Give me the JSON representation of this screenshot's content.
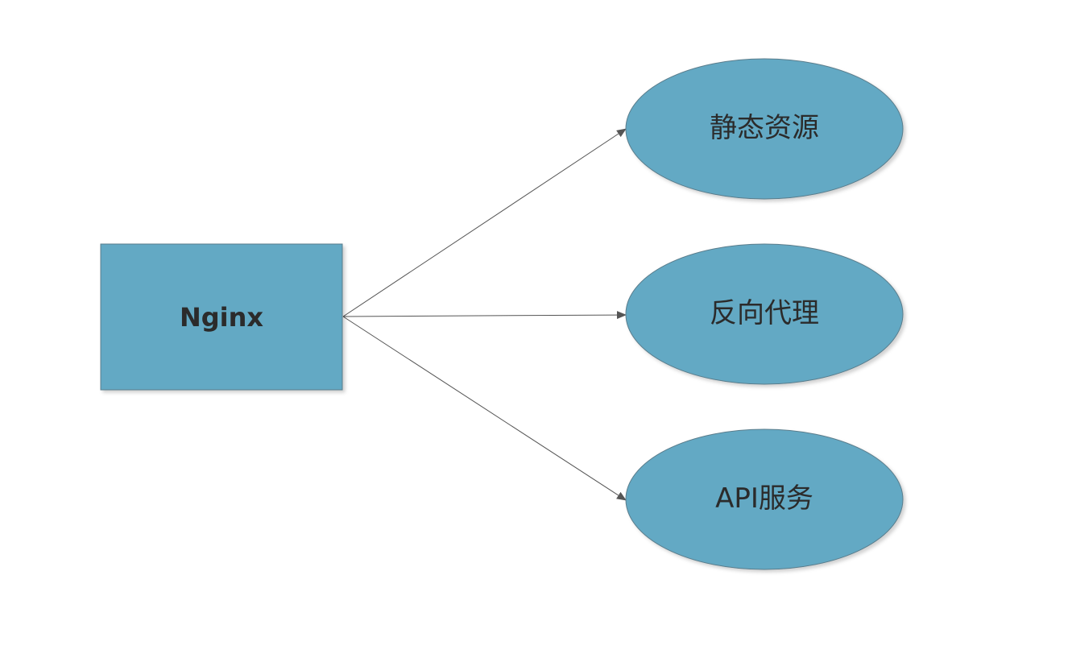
{
  "diagram": {
    "source": {
      "label": "Nginx"
    },
    "targets": [
      {
        "label": "静态资源"
      },
      {
        "label": "反向代理"
      },
      {
        "label": "API服务"
      }
    ],
    "colors": {
      "node_fill": "#64a9c4",
      "node_stroke": "#5a7d8c",
      "edge": "#555555",
      "text": "#2b2b2b"
    }
  }
}
